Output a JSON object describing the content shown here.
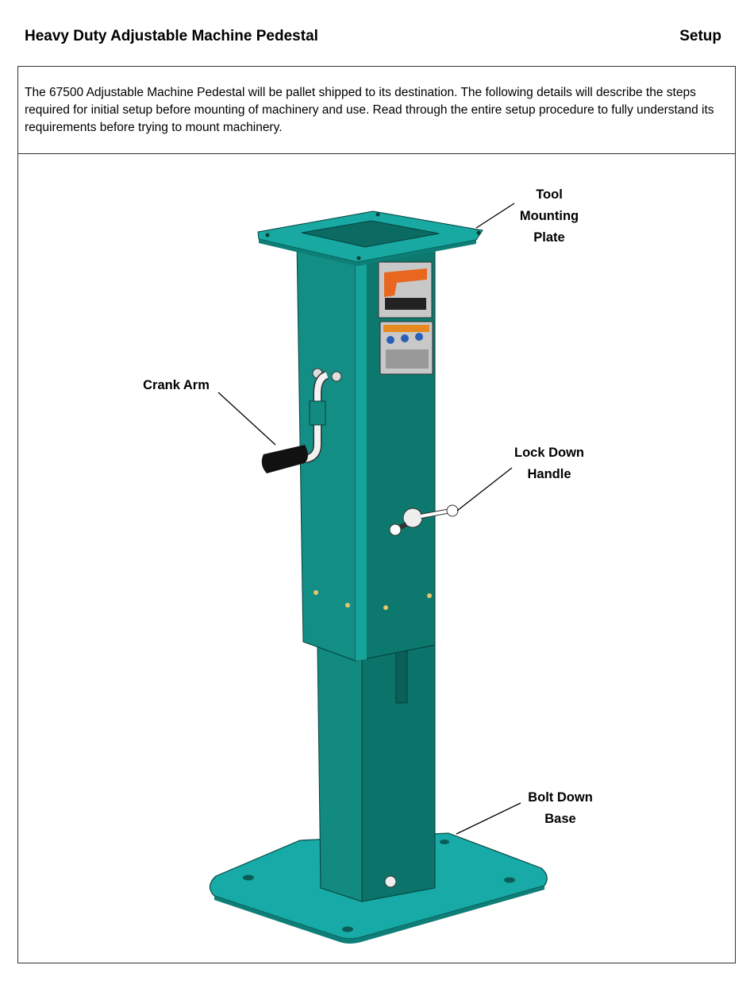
{
  "header": {
    "title": "Heavy Duty Adjustable Machine Pedestal",
    "section": "Setup"
  },
  "intro": "The 67500 Adjustable Machine Pedestal will be pallet shipped to its destination. The following details will describe the steps required for initial setup before mounting of machinery and use. Read through the entire setup procedure to fully understand its requirements before trying to mount machinery.",
  "figure": {
    "labels": {
      "tool_mounting_plate": [
        "Tool",
        "Mounting",
        "Plate"
      ],
      "crank_arm": [
        "Crank Arm"
      ],
      "lock_down_handle": [
        "Lock Down",
        "Handle"
      ],
      "bolt_down_base": [
        "Bolt Down",
        "Base"
      ]
    },
    "colors": {
      "teal_light": "#17aaa6",
      "teal_mid": "#128a80",
      "teal_dark": "#0b736a",
      "handle": "#111111",
      "plate_orange": "#e8661f"
    }
  }
}
